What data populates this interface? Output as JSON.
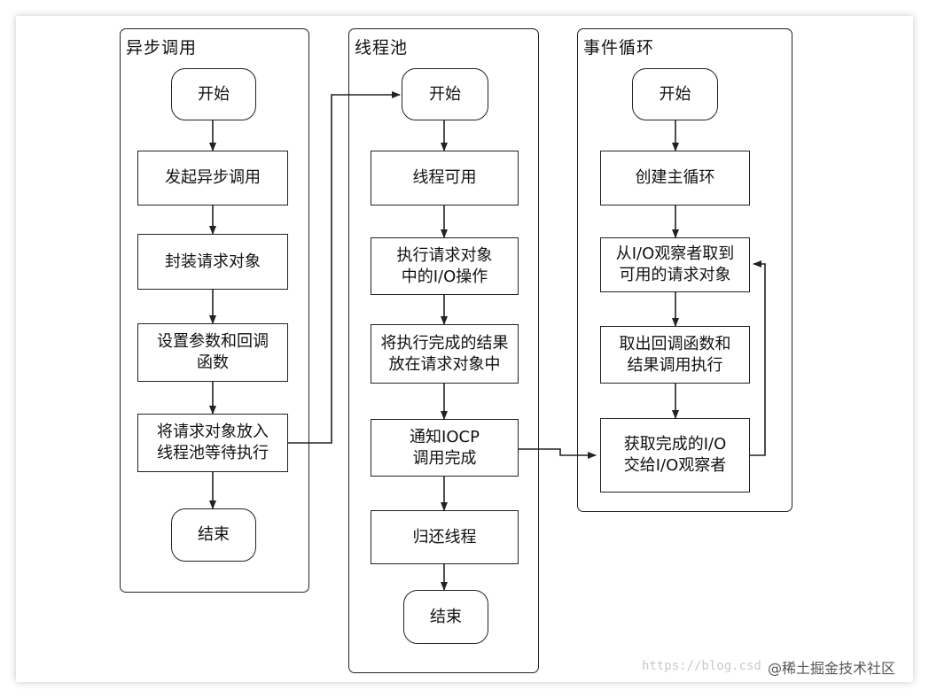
{
  "lanes": [
    {
      "title": "异步调用"
    },
    {
      "title": "线程池"
    },
    {
      "title": "事件循环"
    }
  ],
  "nodes": {
    "async_start": "开始",
    "async_call": "发起异步调用",
    "async_wrap": "封装请求对象",
    "async_params": "设置参数和回调\n函数",
    "async_queue": "将请求对象放入\n线程池等待执行",
    "async_end": "结束",
    "pool_start": "开始",
    "pool_thread": "线程可用",
    "pool_exec": "执行请求对象\n中的I/O操作",
    "pool_result": "将执行完成的结果\n放在请求对象中",
    "pool_notify": "通知IOCP\n调用完成",
    "pool_return": "归还线程",
    "pool_end": "结束",
    "loop_start": "开始",
    "loop_create": "创建主循环",
    "loop_fetch": "从I/O观察者取到\n可用的请求对象",
    "loop_callback": "取出回调函数和\n结果调用执行",
    "loop_get": "获取完成的I/O\n交给I/O观察者"
  },
  "watermark": {
    "url": "https://blog.csd",
    "brand": "@稀土掘金技术社区"
  }
}
